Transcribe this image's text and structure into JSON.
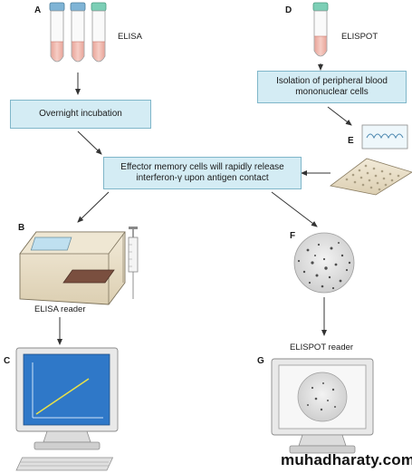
{
  "letters": {
    "a": "A",
    "b": "B",
    "c": "C",
    "d": "D",
    "e": "E",
    "f": "F",
    "g": "G"
  },
  "labels": {
    "elisa": "ELISA",
    "elispot": "ELISPOT",
    "elisa_reader": "ELISA reader",
    "elispot_reader": "ELISPOT reader"
  },
  "boxes": {
    "incubation": "Overnight incubation",
    "isolation_line1": "Isolation of peripheral blood",
    "isolation_line2": "mononuclear cells",
    "effector_line1": "Effector memory cells will rapidly release",
    "effector_line2": "interferon-γ upon antigen contact"
  },
  "watermark": "muhadharaty.com",
  "colors": {
    "box_fill": "#d4ecf4",
    "box_border": "#7fb6c9",
    "tube_cap_blue": "#7fb4d6",
    "tube_cap_green": "#7ccfb6",
    "monitor_screen_chart": "#2f78c8",
    "chart_line": "#e8e04a"
  }
}
